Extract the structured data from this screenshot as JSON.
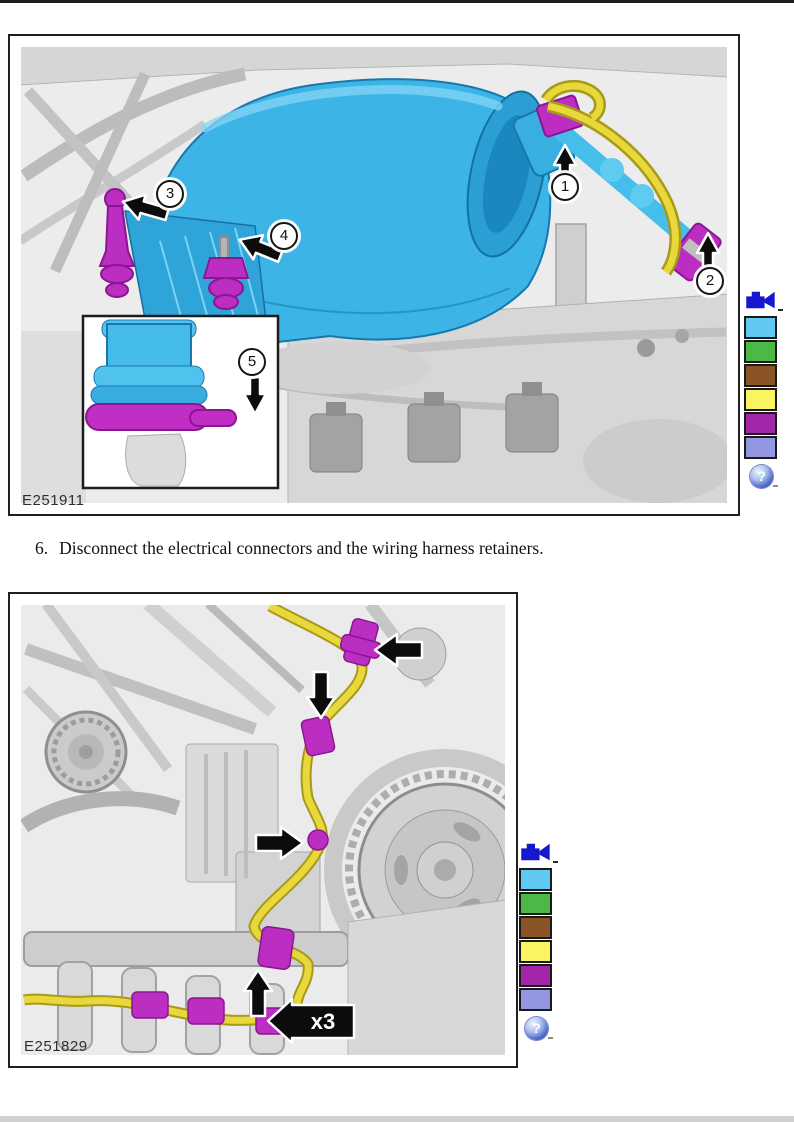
{
  "step": {
    "number": "6.",
    "text": "Disconnect the electrical connectors and the wiring harness retainers."
  },
  "figures": [
    {
      "code": "E251911",
      "callouts": [
        "1",
        "2",
        "3",
        "4",
        "5"
      ]
    },
    {
      "code": "E251829",
      "count_badge": "x3"
    }
  ],
  "legend": {
    "help_glyph": "?",
    "colors": [
      {
        "name": "cyan",
        "hex": "#5FC9F1"
      },
      {
        "name": "green",
        "hex": "#4CB946"
      },
      {
        "name": "brown",
        "hex": "#8A5427"
      },
      {
        "name": "yellow",
        "hex": "#F9F45F"
      },
      {
        "name": "magenta",
        "hex": "#A325A8"
      },
      {
        "name": "periwinkle",
        "hex": "#9396E0"
      }
    ]
  },
  "art_colors": {
    "duct_cyan": "#3CB4E6",
    "connector_magenta": "#BC2DC2",
    "harness_yellow": "#E8D83C"
  }
}
